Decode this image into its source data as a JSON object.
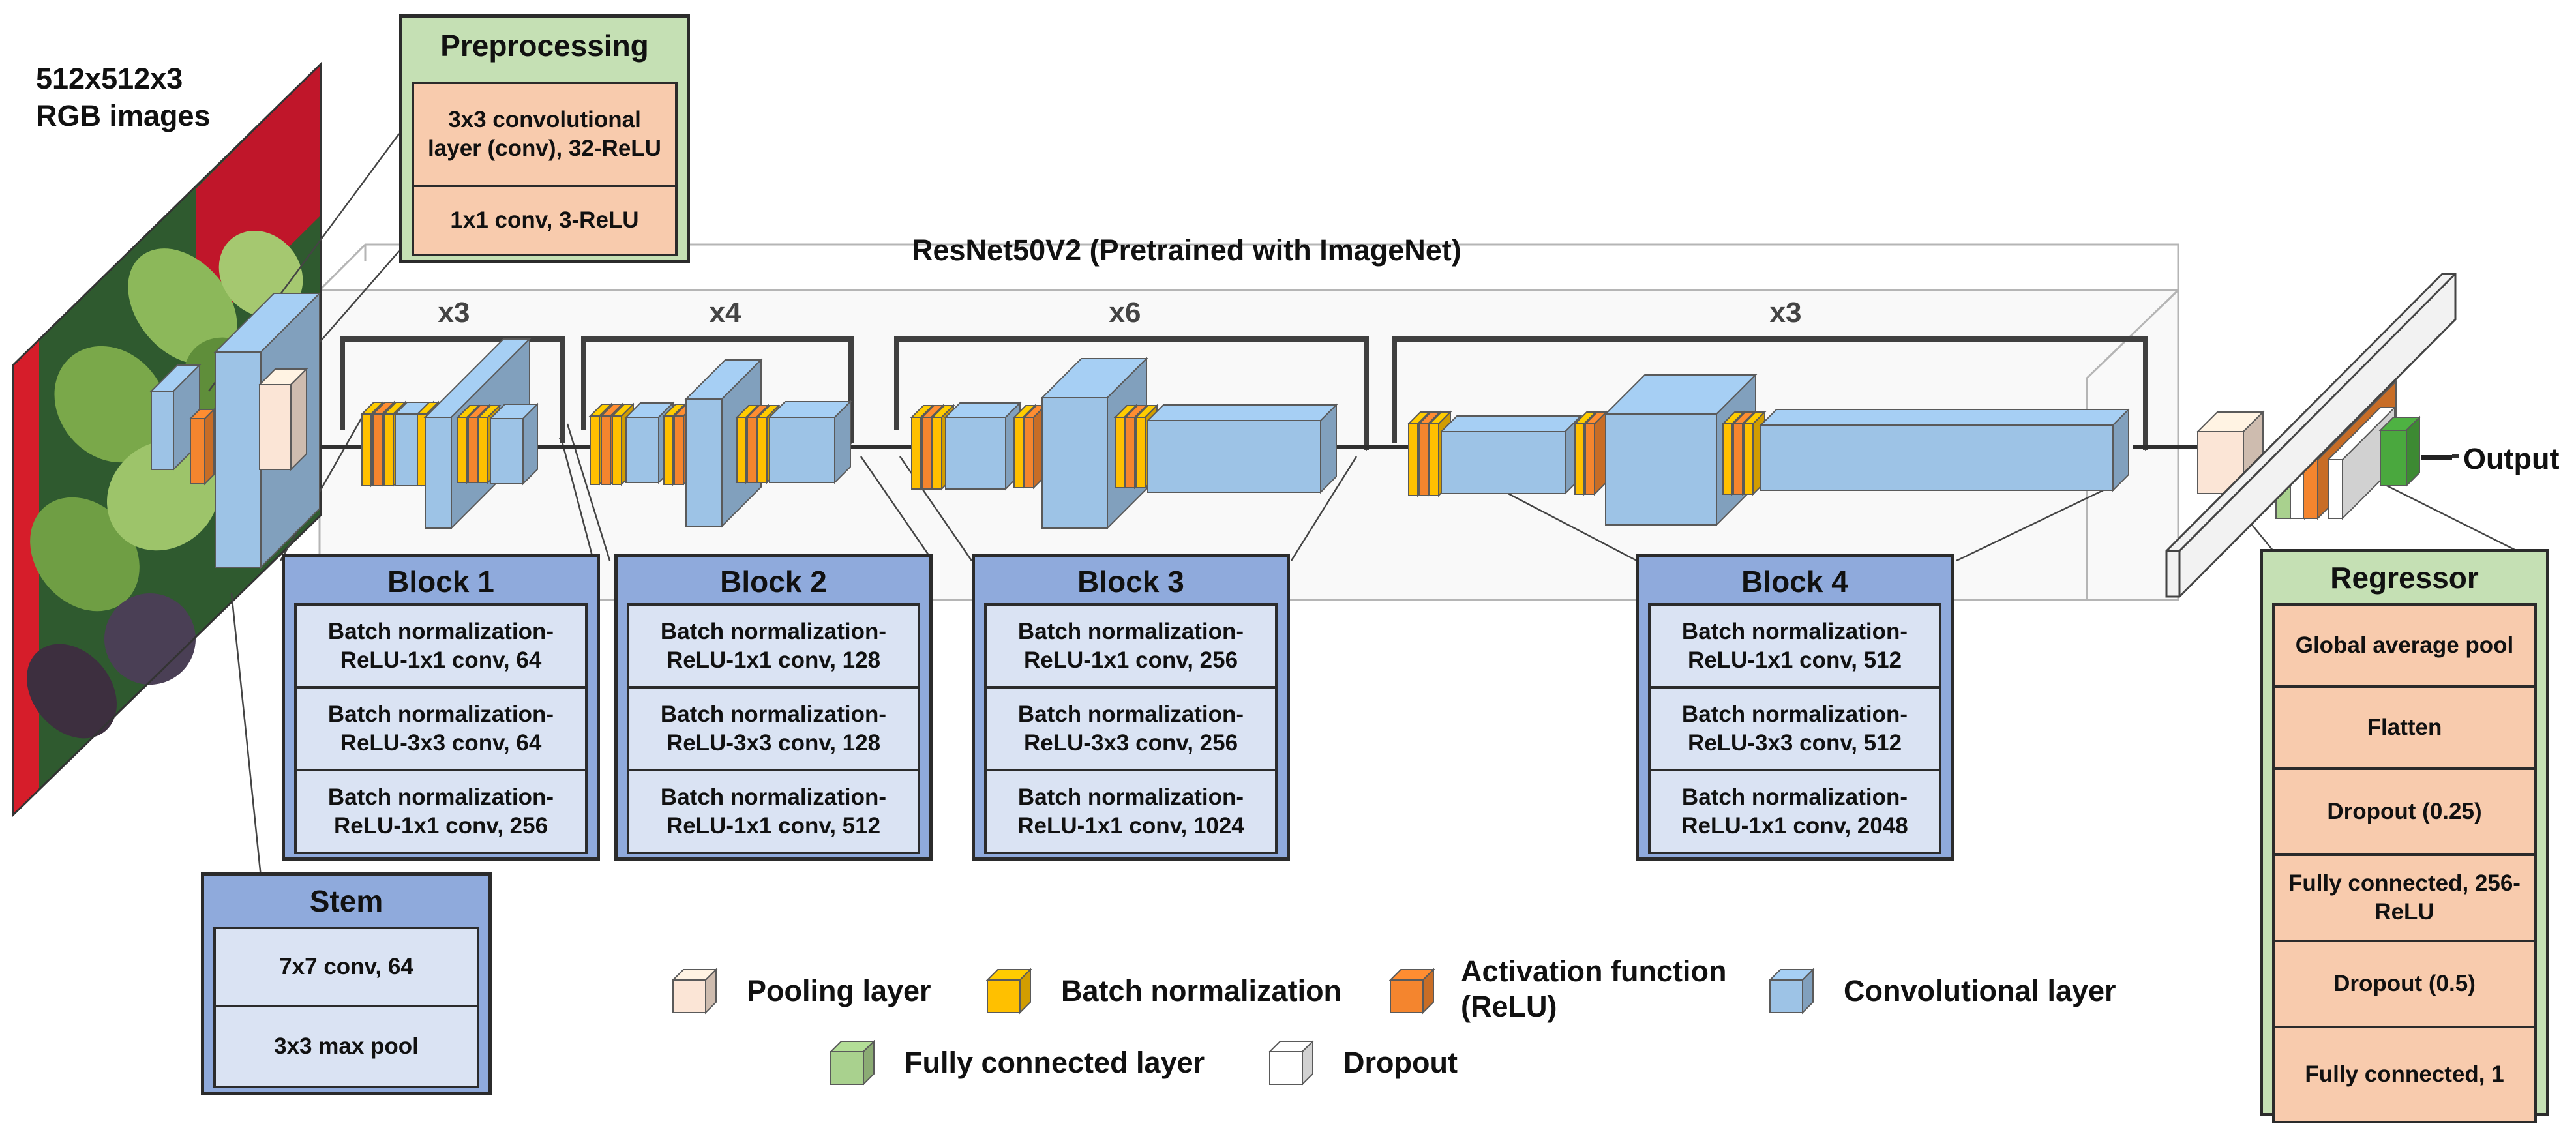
{
  "input": {
    "line1": "512x512x3",
    "line2": "RGB images"
  },
  "backbone_title": "ResNet50V2 (Pretrained with ImageNet)",
  "output_label": "Output",
  "repeats": [
    "x3",
    "x4",
    "x6",
    "x3"
  ],
  "preprocessing": {
    "title": "Preprocessing",
    "layers": [
      "3x3 convolutional layer (conv), 32-ReLU",
      "1x1 conv, 3-ReLU"
    ]
  },
  "stem": {
    "title": "Stem",
    "layers": [
      "7x7 conv, 64",
      "3x3 max pool"
    ]
  },
  "blocks": [
    {
      "title": "Block 1",
      "layers": [
        "Batch normalization-ReLU-1x1 conv, 64",
        "Batch normalization-ReLU-3x3 conv, 64",
        "Batch normalization-ReLU-1x1 conv, 256"
      ]
    },
    {
      "title": "Block 2",
      "layers": [
        "Batch normalization-ReLU-1x1 conv, 128",
        "Batch normalization-ReLU-3x3 conv, 128",
        "Batch normalization-ReLU-1x1 conv, 512"
      ]
    },
    {
      "title": "Block 3",
      "layers": [
        "Batch normalization-ReLU-1x1 conv, 256",
        "Batch normalization-ReLU-3x3 conv, 256",
        "Batch normalization-ReLU-1x1 conv, 1024"
      ]
    },
    {
      "title": "Block 4",
      "layers": [
        "Batch normalization-ReLU-1x1 conv, 512",
        "Batch normalization-ReLU-3x3 conv, 512",
        "Batch normalization-ReLU-1x1 conv, 2048"
      ]
    }
  ],
  "regressor": {
    "title": "Regressor",
    "layers": [
      "Global average pool",
      "Flatten",
      "Dropout (0.25)",
      "Fully connected, 256-ReLU",
      "Dropout (0.5)",
      "Fully connected, 1"
    ]
  },
  "legend": {
    "pooling": "Pooling layer",
    "batchnorm": "Batch normalization",
    "activation": "Activation function (ReLU)",
    "conv": "Convolutional layer",
    "fc": "Fully connected layer",
    "dropout": "Dropout"
  },
  "colors": {
    "pooling": "#fbe5d6",
    "batchnorm": "#ffc000",
    "activation": "#f4852e",
    "conv": "#9dc3e6",
    "fc": "#a9d18e",
    "fc_dark": "#4aa83e",
    "dropout": "#ffffff",
    "block_header": "#8faadc",
    "block_cell": "#dae3f3",
    "pre_header": "#c5e0b4",
    "pre_cell": "#f8cbad"
  }
}
